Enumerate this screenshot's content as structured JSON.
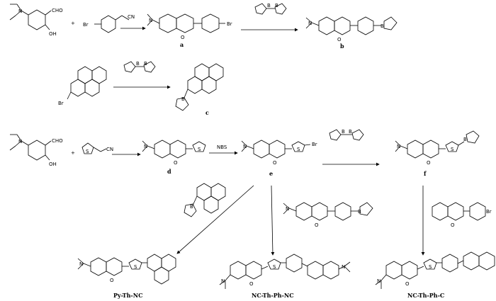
{
  "reagents": {
    "cho": "CHO",
    "oh": "OH",
    "n": "N",
    "br": "Br",
    "cn": "CN",
    "o": "O",
    "b": "B",
    "s": "S",
    "plus": "+",
    "nbs": "NBS"
  },
  "compounds": {
    "a": "a",
    "b": "b",
    "c": "c",
    "d": "d",
    "e": "e",
    "f": "f",
    "p1": "Py-Th-NC",
    "p2": "NC-Th-Ph-NC",
    "p3": "NC-Th-Ph-C"
  }
}
